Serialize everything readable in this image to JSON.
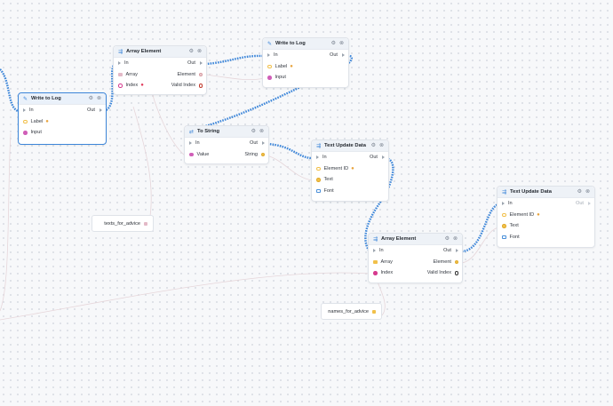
{
  "colors": {
    "exec_wire": "#3d86d9",
    "data_wire": "#e9d3d8",
    "accent": "#3d86d9",
    "string_port": "#f1c04a",
    "any_port": "#d05fb8",
    "array_port": "#e3b9c7",
    "index_port": "#d63a8e",
    "font_port": "#4a90d9"
  },
  "nodes": {
    "write_log_1": {
      "title": "Write to Log",
      "icon": "pencil-icon",
      "in_label": "In",
      "out_label": "Out",
      "label_label": "Label",
      "input_label": "Input"
    },
    "array_element_1": {
      "title": "Array Element",
      "icon": "array-icon",
      "in_label": "In",
      "out_label": "Out",
      "array_label": "Array",
      "element_label": "Element",
      "index_label": "Index",
      "valid_index_label": "Valid Index"
    },
    "write_log_2": {
      "title": "Write to Log",
      "icon": "pencil-icon",
      "in_label": "In",
      "out_label": "Out",
      "label_label": "Label",
      "input_label": "Input"
    },
    "to_string": {
      "title": "To String",
      "icon": "convert-icon",
      "in_label": "In",
      "out_label": "Out",
      "value_label": "Value",
      "string_label": "String"
    },
    "text_update_1": {
      "title": "Text Update Data",
      "icon": "text-icon",
      "in_label": "In",
      "out_label": "Out",
      "element_id_label": "Element ID",
      "text_label": "Text",
      "font_label": "Font"
    },
    "text_update_2": {
      "title": "Text Update Data",
      "icon": "text-icon",
      "in_label": "In",
      "out_label": "Out",
      "element_id_label": "Element ID",
      "text_label": "Text",
      "font_label": "Font"
    },
    "array_element_2": {
      "title": "Array Element",
      "icon": "array-icon",
      "in_label": "In",
      "out_label": "Out",
      "array_label": "Array",
      "element_label": "Element",
      "index_label": "Index",
      "valid_index_label": "Valid Index"
    }
  },
  "variables": {
    "texts_for_advice": "texts_for_advice",
    "names_for_advice": "names_for_advice"
  },
  "header_buttons": {
    "info": "gear-icon",
    "close": "close-icon"
  }
}
